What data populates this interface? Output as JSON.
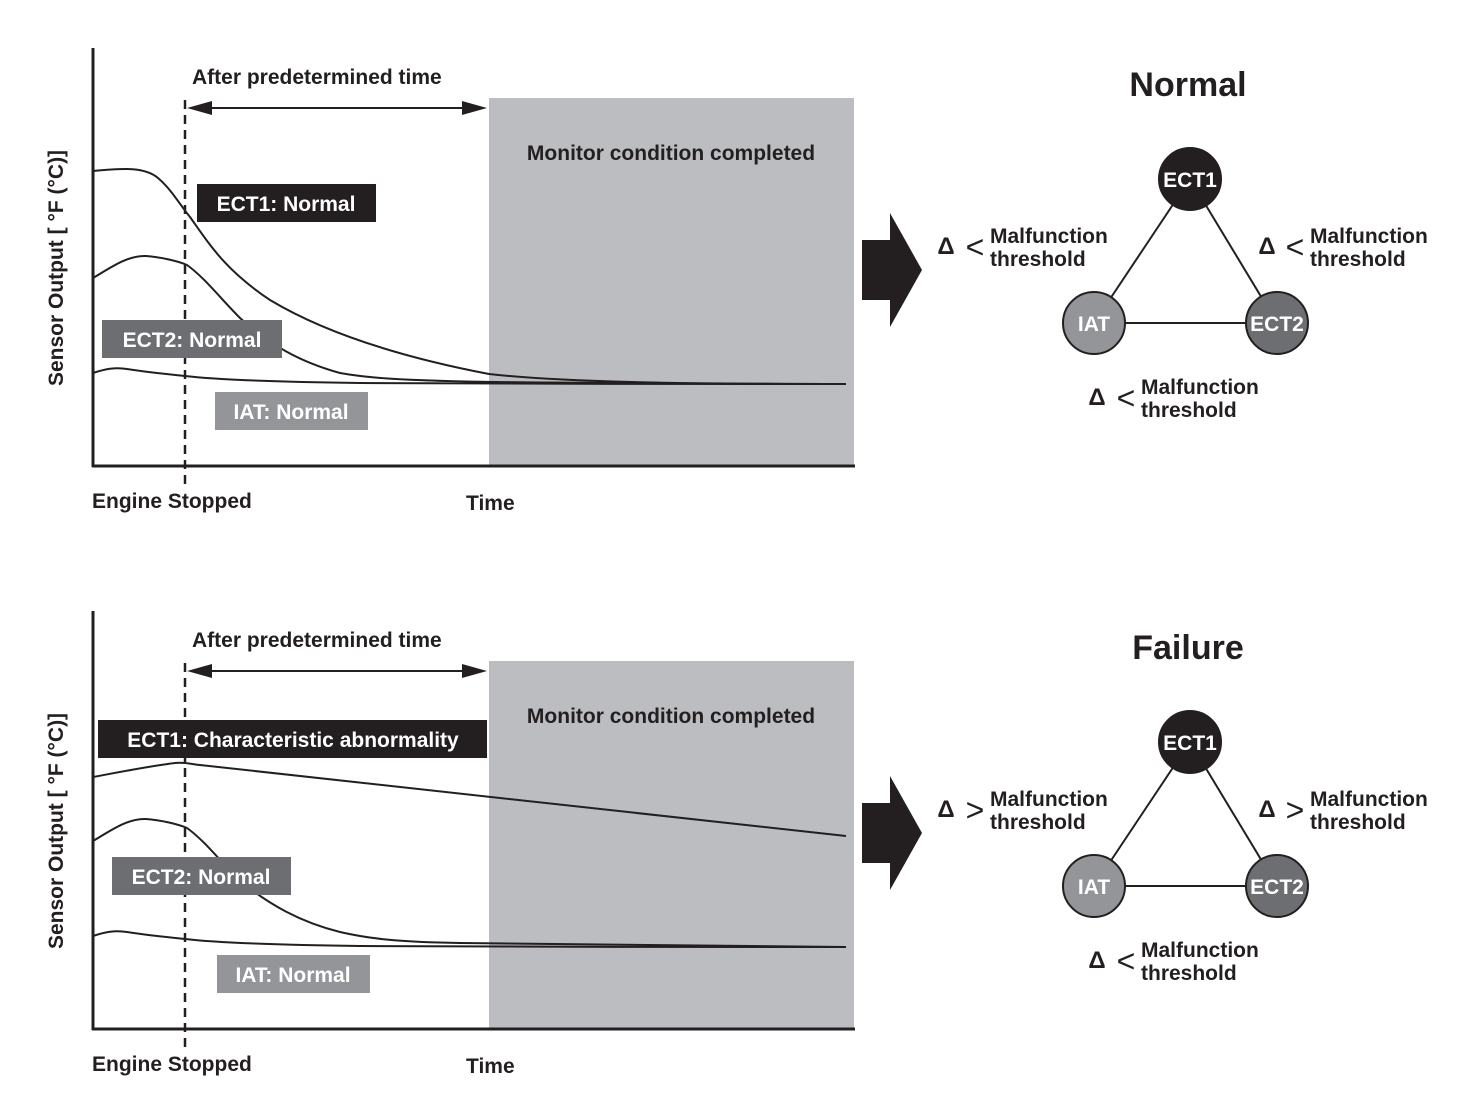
{
  "colors": {
    "ink": "#231f20",
    "shade": "#bcbdc0",
    "ect1": "#231f20",
    "ect2": "#6d6e71",
    "iat": "#939598",
    "white": "#ffffff"
  },
  "panels": [
    {
      "id": "normal",
      "y_axis_label": "Sensor Output [ °F (°C)]",
      "engine_stopped_label": "Engine Stopped",
      "time_label": "Time",
      "span_label": "After predetermined time",
      "monitor_label": "Monitor condition completed",
      "tags": {
        "ect1": "ECT1: Normal",
        "ect2": "ECT2: Normal",
        "iat": "IAT: Normal"
      },
      "status_title": "Normal",
      "nodes": {
        "ect1": "ECT1",
        "ect2": "ECT2",
        "iat": "IAT"
      },
      "comparisons": {
        "ect1_iat": {
          "delta": "Δ",
          "op": "<",
          "text1": "Malfunction",
          "text2": "threshold"
        },
        "ect1_ect2": {
          "delta": "Δ",
          "op": "<",
          "text1": "Malfunction",
          "text2": "threshold"
        },
        "iat_ect2": {
          "delta": "Δ",
          "op": "<",
          "text1": "Malfunction",
          "text2": "threshold"
        }
      }
    },
    {
      "id": "failure",
      "y_axis_label": "Sensor Output [ °F (°C)]",
      "engine_stopped_label": "Engine Stopped",
      "time_label": "Time",
      "span_label": "After predetermined time",
      "monitor_label": "Monitor condition completed",
      "tags": {
        "ect1": "ECT1: Characteristic abnormality",
        "ect2": "ECT2: Normal",
        "iat": "IAT: Normal"
      },
      "status_title": "Failure",
      "nodes": {
        "ect1": "ECT1",
        "ect2": "ECT2",
        "iat": "IAT"
      },
      "comparisons": {
        "ect1_iat": {
          "delta": "Δ",
          "op": ">",
          "text1": "Malfunction",
          "text2": "threshold"
        },
        "ect1_ect2": {
          "delta": "Δ",
          "op": ">",
          "text1": "Malfunction",
          "text2": "threshold"
        },
        "iat_ect2": {
          "delta": "Δ",
          "op": "<",
          "text1": "Malfunction",
          "text2": "threshold"
        }
      }
    }
  ]
}
